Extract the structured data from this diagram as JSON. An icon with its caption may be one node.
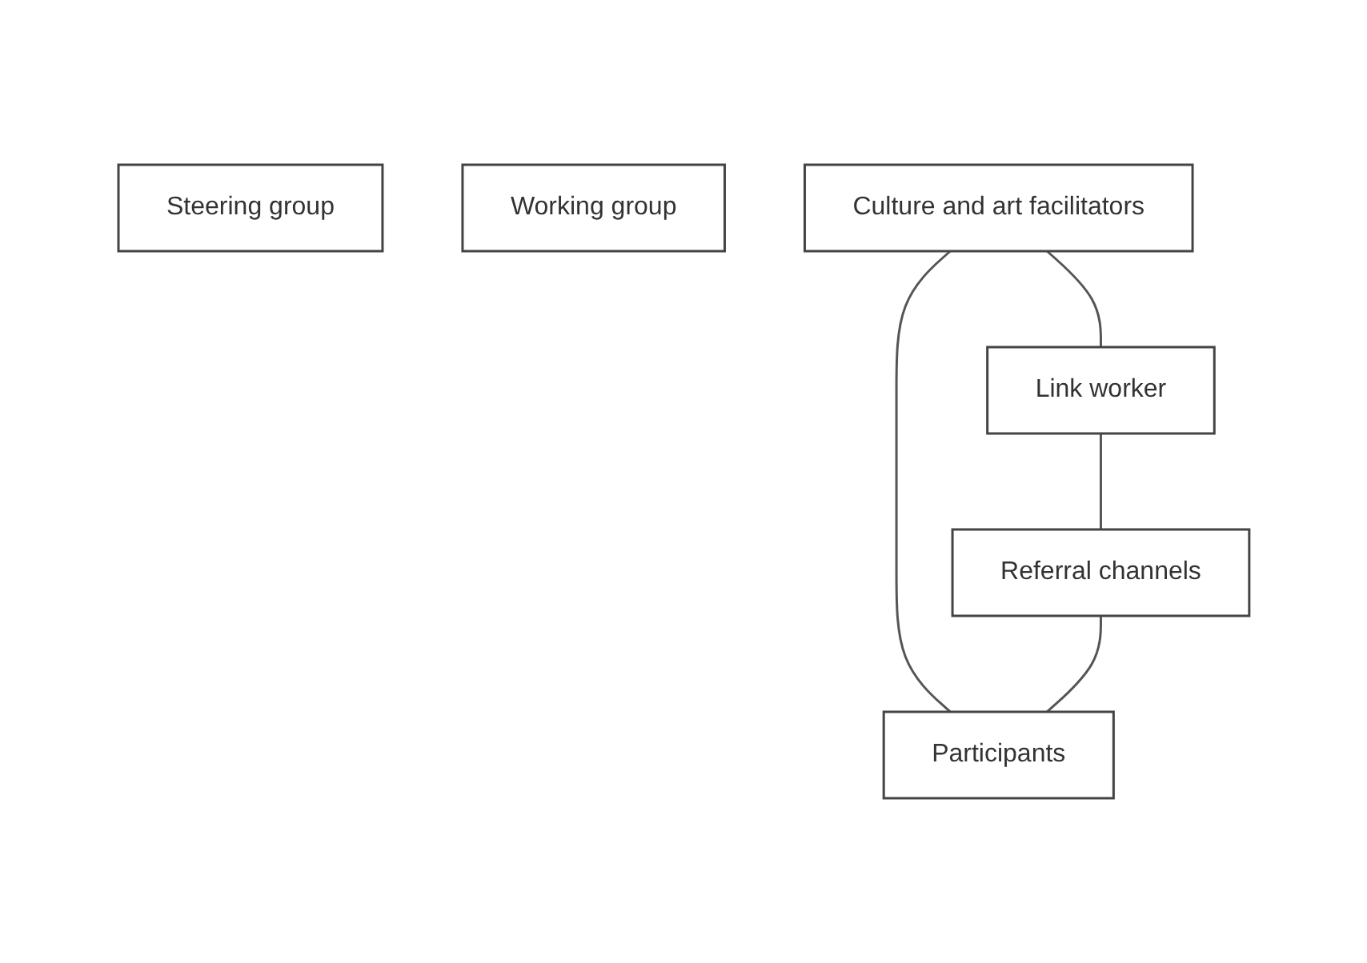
{
  "diagram": {
    "nodes": [
      {
        "text": [
          "Steering group"
        ]
      },
      {
        "text": [
          "Working group"
        ]
      },
      {
        "text": [
          "Culture and art facilitators"
        ]
      },
      {
        "text": [
          "Link worker"
        ]
      },
      {
        "text": [
          "Referral channels"
        ]
      },
      {
        "text": [
          "Participants"
        ]
      }
    ],
    "edges": [
      {
        "from": 2,
        "to": 3,
        "arrow": "none"
      },
      {
        "from": 3,
        "to": 4,
        "arrow": "none"
      },
      {
        "from": 2,
        "to": 5,
        "arrow": "none"
      },
      {
        "from": 4,
        "to": 5,
        "arrow": "none"
      }
    ]
  }
}
